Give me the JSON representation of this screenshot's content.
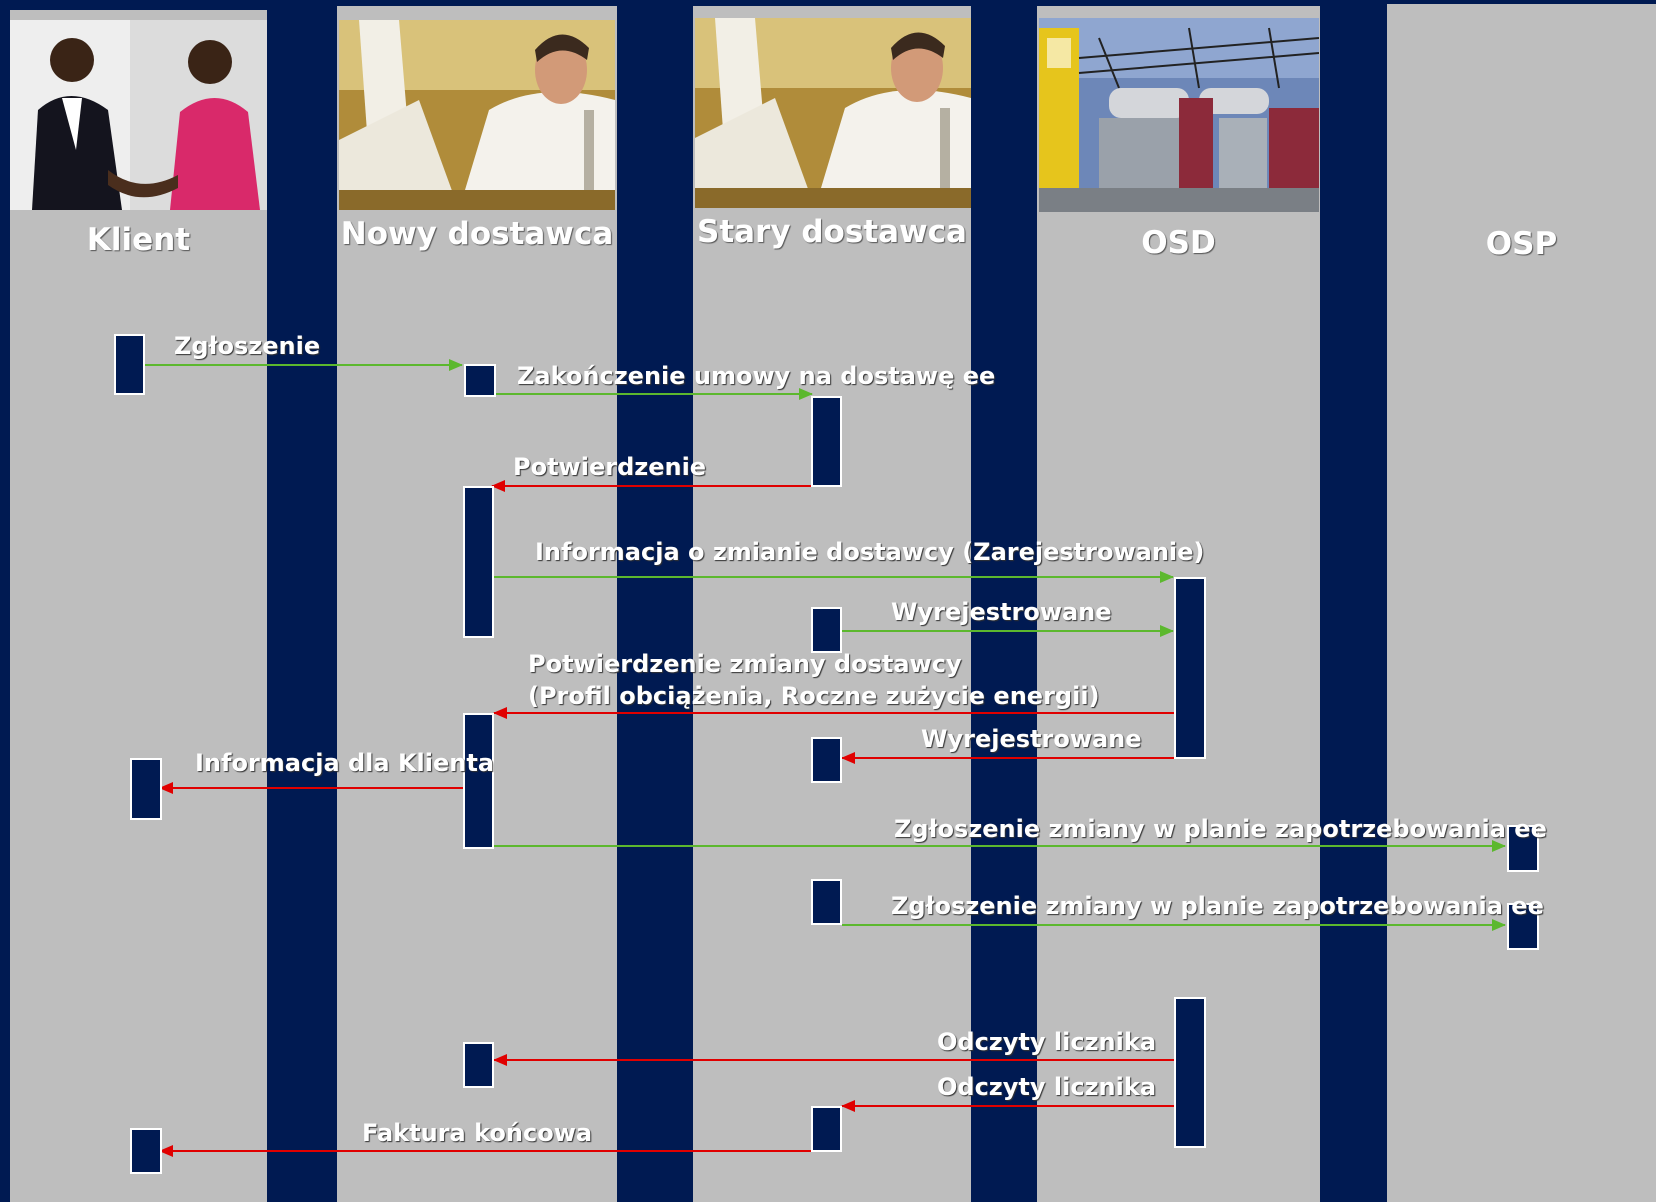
{
  "lanes": [
    {
      "label": "Klient"
    },
    {
      "label": "Nowy dostawca"
    },
    {
      "label": "Stary dostawca"
    },
    {
      "label": "OSD"
    },
    {
      "label": "OSP"
    }
  ],
  "messages": {
    "m1": "Zgłoszenie",
    "m2": "Zakończenie umowy na dostawę ee",
    "m3": "Potwierdzenie",
    "m4": "Informacja o zmianie dostawcy (Zarejestrowanie)",
    "m5": "Wyrejestrowane",
    "m6a": "Potwierdzenie zmiany dostawcy",
    "m6b": "(Profil obciążenia, Roczne zużycie energii)",
    "m7": "Wyrejestrowane",
    "m8": "Informacja dla Klienta",
    "m9": "Zgłoszenie zmiany w planie zapotrzebowania ee",
    "m10": "Zgłoszenie zmiany w planie zapotrzebowania ee",
    "m11": "Odczyty licznika",
    "m12": "Odczyty licznika",
    "m13": "Faktura końcowa"
  },
  "colors": {
    "background": "#001a52",
    "lane": "#bebebe",
    "request_arrow": "#5cb82e",
    "response_arrow": "#e00000"
  },
  "icons": {
    "klient": "handshake-photo",
    "nowy": "businessman-photo",
    "stary": "businessman-photo",
    "osd": "substation-photo"
  }
}
